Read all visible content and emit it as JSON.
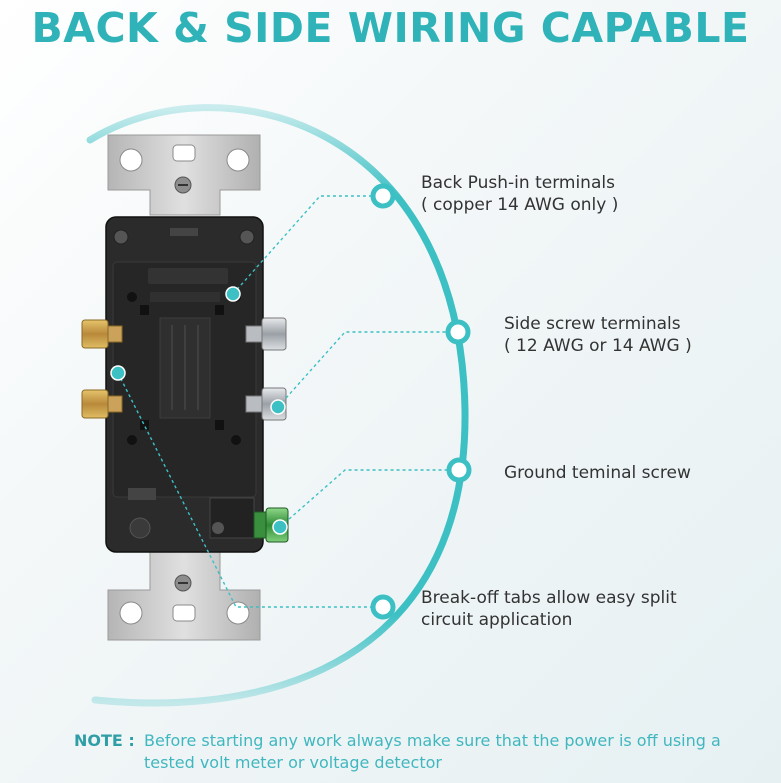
{
  "title": "BACK & SIDE WIRING CAPABLE",
  "colors": {
    "teal": "#3cc0c4",
    "title": "#2fb3b8",
    "outlet_body": "#2b2b2b",
    "metal_plate": "#c9c9c9",
    "brass": "#c9a14a",
    "silver": "#b8bcc0",
    "green": "#4caf50"
  },
  "callouts": [
    {
      "id": "back-push-in",
      "line1": "Back Push-in terminals",
      "line2": "( copper 14 AWG only )"
    },
    {
      "id": "side-screw",
      "line1": "Side screw terminals",
      "line2": "( 12 AWG or 14 AWG )"
    },
    {
      "id": "ground-screw",
      "line1": "Ground teminal screw",
      "line2": ""
    },
    {
      "id": "break-off-tabs",
      "line1": "Break-off tabs allow easy split",
      "line2": "circuit application"
    }
  ],
  "note": {
    "label": "NOTE :",
    "text": "Before starting any work always make sure that the power is off using a tested volt meter or voltage detector"
  }
}
